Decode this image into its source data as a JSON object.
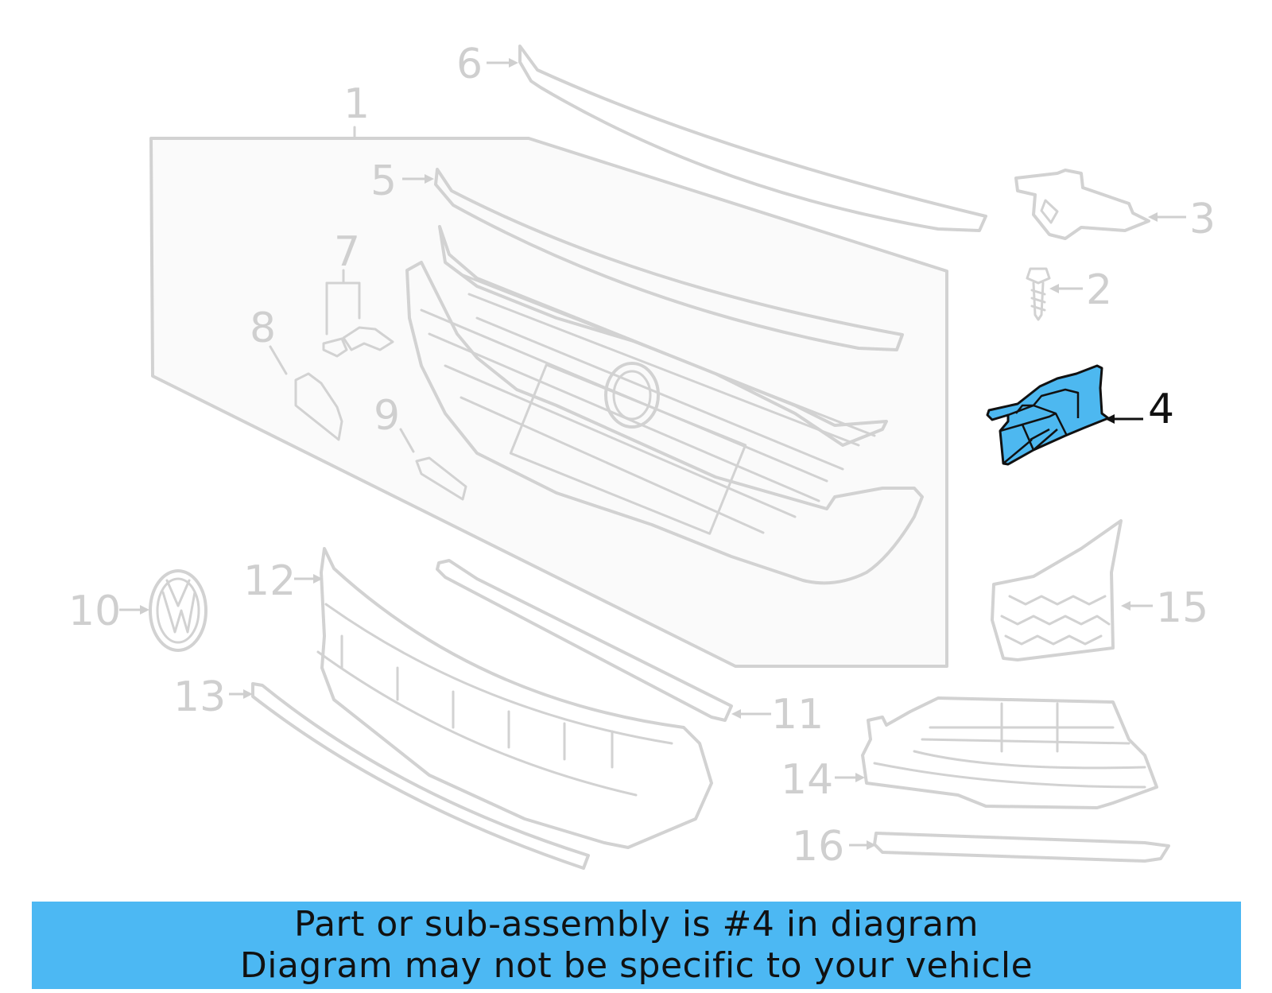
{
  "banner": {
    "line1": "Part or sub-assembly is #4 in diagram",
    "line2": "Diagram may not be specific to your vehicle",
    "color": "#4cb8f3"
  },
  "highlight": {
    "part_number": "4",
    "color": "#4db8f0"
  },
  "callouts": {
    "c1": "1",
    "c2": "2",
    "c3": "3",
    "c4": "4",
    "c5": "5",
    "c6": "6",
    "c7": "7",
    "c8": "8",
    "c9": "9",
    "c10": "10",
    "c11": "11",
    "c12": "12",
    "c13": "13",
    "c14": "14",
    "c15": "15",
    "c16": "16"
  }
}
